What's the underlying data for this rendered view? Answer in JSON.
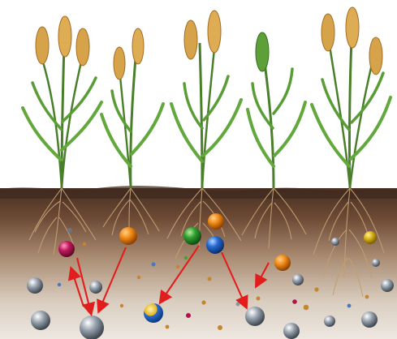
{
  "scene": {
    "description_label": "",
    "colors": {
      "sky": "#ffffff",
      "topsoil": "#5b3a29",
      "soil_mid": "#8a6a52",
      "soil_light": "#d9cbb7",
      "stem_green": "#4f8f2f",
      "leaf_green": "#5fa33a",
      "wheat_gold": "#d7a14a",
      "root_tan": "#c9a77b",
      "arrow_red": "#e11d1d"
    },
    "plants": [
      {
        "name": "plant-1",
        "head_color": "gold"
      },
      {
        "name": "plant-2",
        "head_color": "gold"
      },
      {
        "name": "plant-3",
        "head_color": "gold"
      },
      {
        "name": "plant-4",
        "head_color": "green"
      },
      {
        "name": "plant-5",
        "head_color": "gold"
      }
    ],
    "nutrient_spheres": [
      {
        "name": "magenta-sphere",
        "color": "#b0124f"
      },
      {
        "name": "orange-sphere",
        "color": "#e37a12"
      },
      {
        "name": "green-sphere",
        "color": "#2a9b2f"
      },
      {
        "name": "blue-sphere",
        "color": "#1d64c8"
      },
      {
        "name": "yellow-sphere",
        "color": "#d8b21b"
      },
      {
        "name": "gray-sphere",
        "color": "#8d97a3"
      }
    ],
    "arrow_count": 6
  }
}
